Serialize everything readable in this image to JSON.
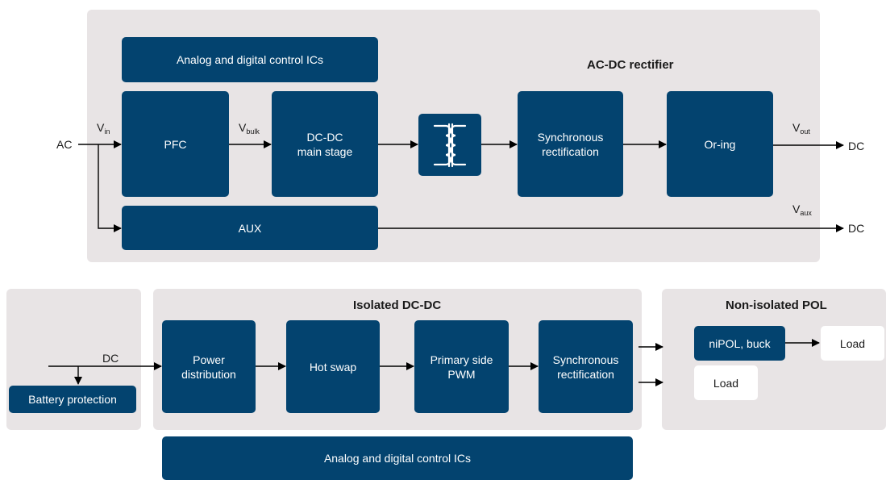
{
  "colors": {
    "block": "#03436f",
    "panel": "#e8e4e5",
    "line": "#000000"
  },
  "acdc": {
    "title": "AC-DC rectifier",
    "control_ics": "Analog and digital control ICs",
    "pfc": "PFC",
    "dcdc_main": "DC-DC\nmain stage",
    "transformer_icon": "transformer-icon",
    "sync_rect": "Synchronous\nrectification",
    "oring": "Or-ing",
    "aux": "AUX",
    "input_label": "AC",
    "vin": {
      "main": "V",
      "sub": "in"
    },
    "vbulk": {
      "main": "V",
      "sub": "bulk"
    },
    "vout": {
      "main": "V",
      "sub": "out"
    },
    "vaux": {
      "main": "V",
      "sub": "aux"
    },
    "output_dc_1": "DC",
    "output_dc_2": "DC"
  },
  "battery": {
    "battery_protection": "Battery protection",
    "dc_label": "DC"
  },
  "isolated": {
    "title": "Isolated DC-DC",
    "power_distribution": "Power\ndistribution",
    "hot_swap": "Hot swap",
    "primary_pwm": "Primary side\nPWM",
    "sync_rect": "Synchronous\nrectification",
    "control_ics": "Analog and digital control ICs"
  },
  "pol": {
    "title": "Non-isolated POL",
    "nipol": "niPOL, buck",
    "load_1": "Load",
    "load_2": "Load"
  }
}
